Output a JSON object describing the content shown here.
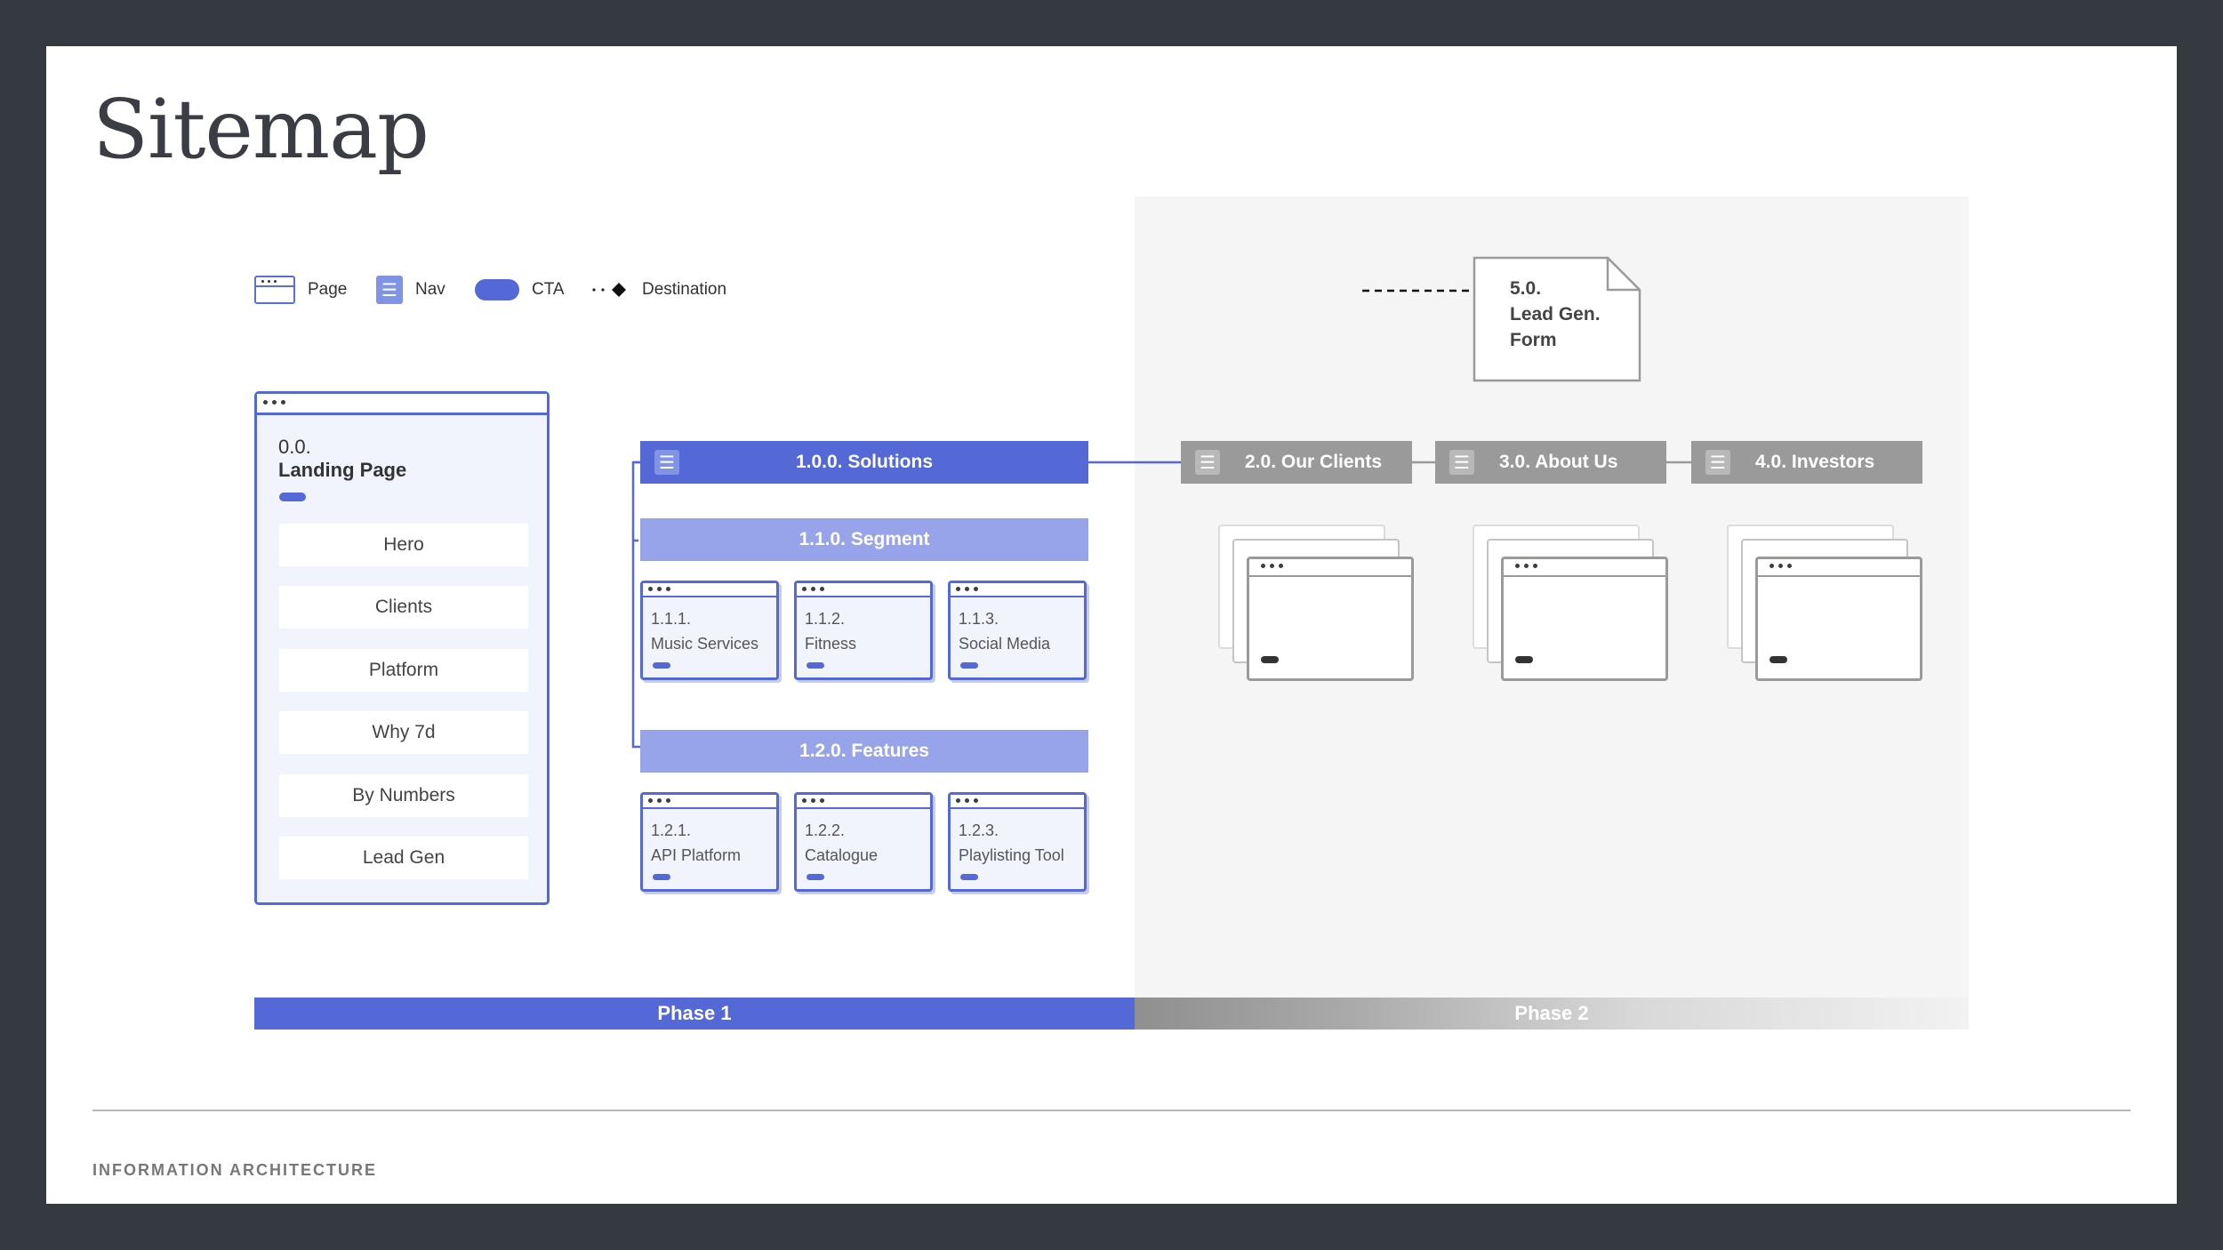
{
  "title": "Sitemap",
  "footer": "INFORMATION ARCHITECTURE",
  "legend": {
    "page": "Page",
    "nav": "Nav",
    "cta": "CTA",
    "destination": "Destination"
  },
  "landing": {
    "num": "0.0.",
    "name": "Landing Page",
    "sections": [
      "Hero",
      "Clients",
      "Platform",
      "Why 7d",
      "By Numbers",
      "Lead Gen"
    ]
  },
  "solutions": {
    "label": "1.0.0. Solutions",
    "segment": {
      "label": "1.1.0. Segment",
      "pages": [
        {
          "num": "1.1.1.",
          "name": "Music Services"
        },
        {
          "num": "1.1.2.",
          "name": "Fitness"
        },
        {
          "num": "1.1.3.",
          "name": "Social Media"
        }
      ]
    },
    "features": {
      "label": "1.2.0. Features",
      "pages": [
        {
          "num": "1.2.1.",
          "name": "API Platform"
        },
        {
          "num": "1.2.2.",
          "name": "Catalogue"
        },
        {
          "num": "1.2.3.",
          "name": "Playlisting Tool"
        }
      ]
    }
  },
  "phase2_navs": [
    {
      "label": "2.0. Our Clients"
    },
    {
      "label": "3.0. About Us"
    },
    {
      "label": "4.0. Investors"
    }
  ],
  "lead_gen": {
    "line1": "5.0.",
    "line2": "Lead Gen.",
    "line3": "Form"
  },
  "phases": {
    "phase1": "Phase 1",
    "phase2": "Phase 2"
  },
  "colors": {
    "accent": "#5468d6",
    "accent_light": "#97a4ea",
    "nav_icon": "#8193e4",
    "phase2_gray": "#9a9a9a",
    "frame": "#353940"
  },
  "icons": {
    "nav": "hamburger-icon",
    "page": "browser-window-icon",
    "cta": "pill-icon",
    "destination": "diamond-arrow-icon"
  }
}
